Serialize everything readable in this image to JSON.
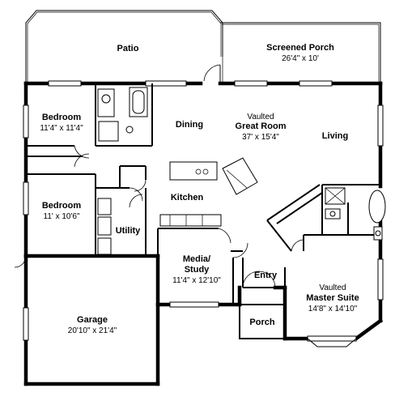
{
  "rooms": {
    "patio": {
      "name": "Patio"
    },
    "screened_porch": {
      "name": "Screened Porch",
      "dims": "26'4\" x 10'"
    },
    "bedroom1": {
      "name": "Bedroom",
      "dims": "11'4\" x 11'4\""
    },
    "dining": {
      "name": "Dining"
    },
    "great_room": {
      "name1": "Vaulted",
      "name2": "Great Room",
      "dims": "37' x 15'4\""
    },
    "living": {
      "name": "Living"
    },
    "kitchen": {
      "name": "Kitchen"
    },
    "bedroom2": {
      "name": "Bedroom",
      "dims": "11' x 10'6\""
    },
    "utility": {
      "name": "Utility"
    },
    "media": {
      "name1": "Media/",
      "name2": "Study",
      "dims": "11'4\" x 12'10\""
    },
    "entry": {
      "name": "Entry"
    },
    "master": {
      "name1": "Vaulted",
      "name2": "Master Suite",
      "dims": "14'8\" x 14'10\""
    },
    "garage": {
      "name": "Garage",
      "dims": "20'10\" x 21'4\""
    },
    "porch": {
      "name": "Porch"
    }
  }
}
